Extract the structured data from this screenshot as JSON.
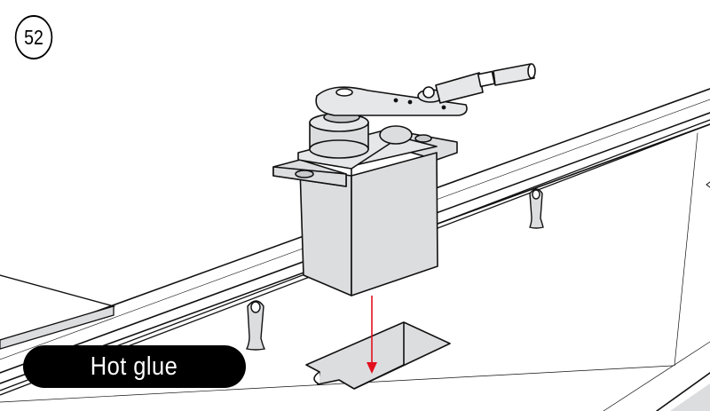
{
  "step": {
    "number": "52"
  },
  "label": {
    "text": "Hot glue"
  },
  "illustration": {
    "subject": "servo-motor-with-arm-and-pushrod",
    "action": "insert-servo-into-cutout",
    "arrow_color": "#e3101e",
    "part_fill": "#dcdddf",
    "line_color": "#111111"
  }
}
